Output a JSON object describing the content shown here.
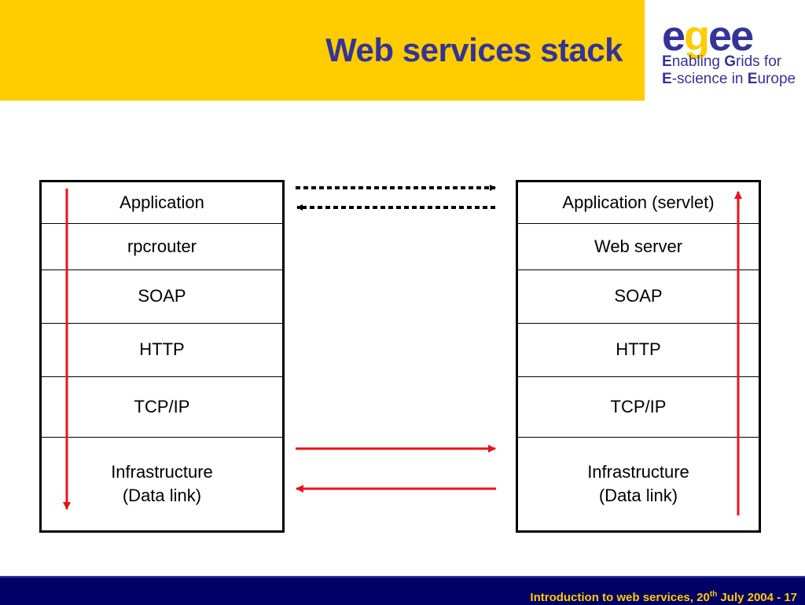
{
  "slide": {
    "title": "Web services stack"
  },
  "logo": {
    "word_e1": "e",
    "word_g": "g",
    "word_ee": "ee",
    "line1_cap": "E",
    "line1_rest": "nabling ",
    "line1_cap2": "G",
    "line1_rest2": "rids for",
    "line2_cap": "E",
    "line2_rest": "-science in ",
    "line2_cap2": "E",
    "line2_rest2": "urope"
  },
  "client_stack": {
    "layers": [
      "Application",
      "rpcrouter",
      "SOAP",
      "HTTP",
      "TCP/IP",
      "Infrastructure\n(Data link)"
    ]
  },
  "server_stack": {
    "layers": [
      "Application (servlet)",
      "Web server",
      "SOAP",
      "HTTP",
      "TCP/IP",
      "Infrastructure\n(Data link)"
    ]
  },
  "colors": {
    "header": "#FFCC00",
    "title": "#333399",
    "footer": "#000066",
    "footer_text": "#FFCC00",
    "arrow_red": "#E8141B",
    "arrow_dotted": "#000000"
  },
  "footer": {
    "text_before": "Introduction to web services, 20",
    "superscript": "th",
    "text_after": " July 2004  - 17"
  }
}
